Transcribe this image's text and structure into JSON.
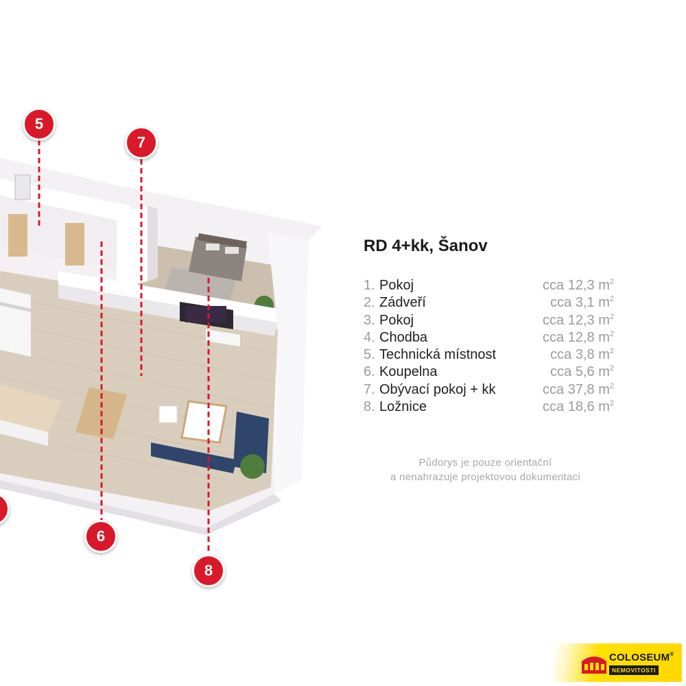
{
  "title": "RD 4+kk, Šanov",
  "rooms": [
    {
      "num": "1.",
      "name": "Pokoj",
      "area_prefix": "cca 12,3 m",
      "area_sup": "2"
    },
    {
      "num": "2.",
      "name": "Zádveří",
      "area_prefix": "cca 3,1 m",
      "area_sup": "2"
    },
    {
      "num": "3.",
      "name": "Pokoj",
      "area_prefix": "cca 12,3 m",
      "area_sup": "2"
    },
    {
      "num": "4.",
      "name": "Chodba",
      "area_prefix": "cca 12,8 m",
      "area_sup": "2"
    },
    {
      "num": "5.",
      "name": "Technická místnost",
      "area_prefix": "cca 3,8 m",
      "area_sup": "2"
    },
    {
      "num": "6.",
      "name": "Koupelna",
      "area_prefix": "cca 5,6 m",
      "area_sup": "2"
    },
    {
      "num": "7.",
      "name": "Obývací pokoj + kk",
      "area_prefix": "cca 37,8 m",
      "area_sup": "2"
    },
    {
      "num": "8.",
      "name": "Ložnice",
      "area_prefix": "cca 18,6 m",
      "area_sup": "2"
    }
  ],
  "disclaimer": {
    "line1": "Půdorys je pouze orientační",
    "line2": "a nenahrazuje projektovou dokumentaci"
  },
  "markers": {
    "m5": "5",
    "m6": "6",
    "m7": "7",
    "m8": "8"
  },
  "logo": {
    "brand": "COLOSEUM",
    "registered": "®",
    "sub": "NEMOVITOSTI"
  },
  "colors": {
    "marker_red": "#d9192a",
    "logo_yellow": "#ffe000"
  }
}
